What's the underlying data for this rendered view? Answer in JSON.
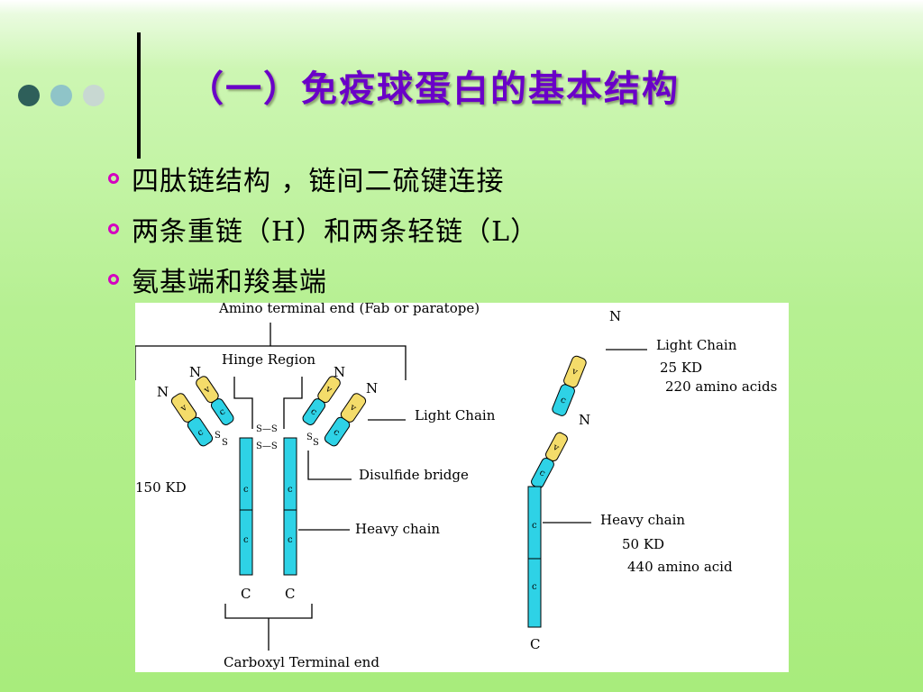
{
  "slide": {
    "title": "（一）免疫球蛋白的基本结构",
    "nav_dots": [
      "#2e5f5a",
      "#8fc4c8",
      "#c8d8d2"
    ],
    "bullets": [
      "四肽链结构 ，链间二硫键连接",
      "两条重链（H）和两条轻链（L）",
      "氨基端和羧基端"
    ]
  },
  "diagram": {
    "amino_terminal": "Amino terminal end (Fab or paratope)",
    "hinge": "Hinge Region",
    "light_chain": "Light Chain",
    "disulfide": "Disulfide bridge",
    "heavy_chain": "Heavy chain",
    "mass_igg": "150 KD",
    "carboxyl": "Carboxyl Terminal end",
    "n": "N",
    "c_terminal": "C",
    "v": "v",
    "c": "c",
    "ss": "S—S",
    "s": "S",
    "light_chain_detail": {
      "title": "Light Chain",
      "mass": "25 KD",
      "length": "220 amino acids"
    },
    "heavy_chain_detail": {
      "title": "Heavy chain",
      "mass": "50 KD",
      "length": "440 amino acid"
    }
  }
}
